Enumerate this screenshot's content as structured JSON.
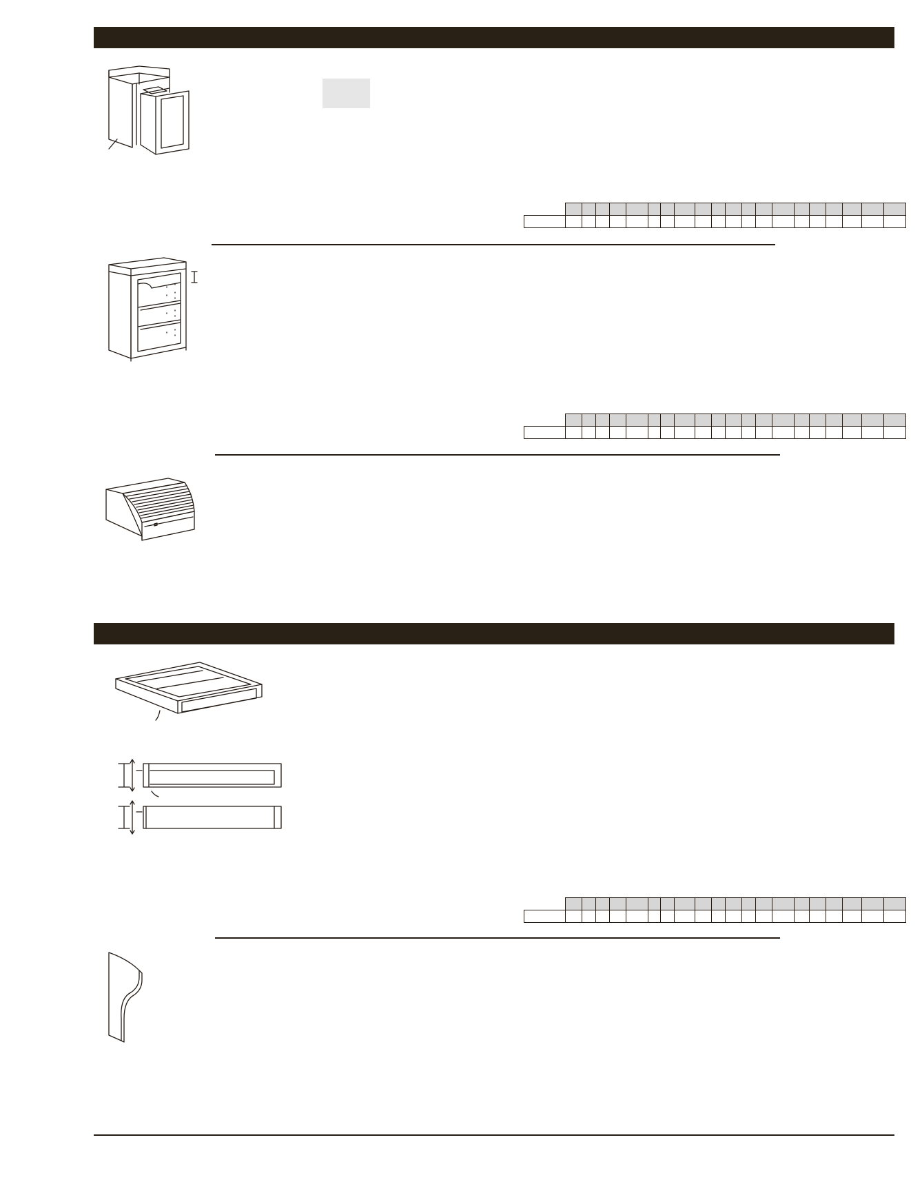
{
  "page": {
    "sections": [
      {
        "header_title": ""
      },
      {
        "header_title": ""
      }
    ]
  },
  "products": [
    {
      "illustration": "base-pullout-waste-cabinet",
      "code": "",
      "description": ""
    },
    {
      "illustration": "base-open-shelf-cabinet",
      "code": "",
      "description": ""
    },
    {
      "illustration": "appliance-garage-tambour",
      "code": "",
      "description": ""
    },
    {
      "illustration": "vanity-drawer-base-tray",
      "code": "",
      "description": ""
    },
    {
      "illustration": "corbel-bracket",
      "code": "",
      "description": ""
    }
  ],
  "price_tables": [
    {
      "row_label": "",
      "columns": [
        "",
        "",
        "",
        "",
        "",
        "",
        "",
        "",
        "",
        "",
        "",
        "",
        "",
        "",
        "",
        "",
        "",
        "",
        "",
        ""
      ],
      "values": [
        "",
        "",
        "",
        "",
        "",
        "",
        "",
        "",
        "",
        "",
        "",
        "",
        "",
        "",
        "",
        "",
        "",
        "",
        "",
        ""
      ]
    },
    {
      "row_label": "",
      "columns": [
        "",
        "",
        "",
        "",
        "",
        "",
        "",
        "",
        "",
        "",
        "",
        "",
        "",
        "",
        "",
        "",
        "",
        "",
        "",
        ""
      ],
      "values": [
        "",
        "",
        "",
        "",
        "",
        "",
        "",
        "",
        "",
        "",
        "",
        "",
        "",
        "",
        "",
        "",
        "",
        "",
        "",
        ""
      ]
    },
    {
      "row_label": "",
      "columns": [
        "",
        "",
        "",
        "",
        "",
        "",
        "",
        "",
        "",
        "",
        "",
        "",
        "",
        "",
        "",
        "",
        "",
        "",
        "",
        ""
      ],
      "values": [
        "",
        "",
        "",
        "",
        "",
        "",
        "",
        "",
        "",
        "",
        "",
        "",
        "",
        "",
        "",
        "",
        "",
        "",
        "",
        ""
      ]
    }
  ],
  "colors": {
    "header_band": "#2a2116",
    "table_header_fill": "#d6d6d6",
    "highlight_box": "#e6e6e6",
    "line": "#231a14"
  }
}
